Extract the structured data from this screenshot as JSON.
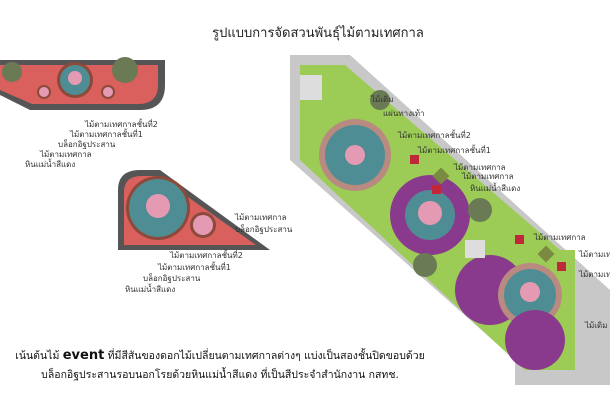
{
  "title": "รูปแบบการจัดสวนพันธุ์ไม้ตามเทศกาล",
  "description": {
    "line1_pre": "เน้นต้นไม้ ",
    "line1_bold": "event",
    "line1_post": " ที่มีสีสันของดอกไม้เปลี่ยนตามเทศกาลต่างๆ แบ่งเป็นสองชั้นปิดขอบด้วย",
    "line2": "บล็อกอิฐประสานรอบนอกโรยด้วยหินแม่น้ำสีแดง ที่เป็นสีประจำสำนักงาน กสทช."
  },
  "plan_left": {
    "labels": [
      "ไม้ตามเทศกาลชั้นที่2",
      "ไม้ตามเทศกาลชั้นที่1",
      "บล็อกอิฐประสาน",
      "ไม้ตามเทศกาล",
      "หินแม่น้ำสีแดง"
    ]
  },
  "plan_middle": {
    "labels": [
      "ไม้ตามเทศกาล",
      "บล็อกอิฐประสาน",
      "ไม้ตามเทศกาลชั้นที่2",
      "ไม้ตามเทศกาลชั้นที่1",
      "บล็อกอิฐประสาน",
      "หินแม่น้ำสีแดง"
    ]
  },
  "plan_right": {
    "labels": [
      "ไม้เดิม",
      "แผ่นทางเท้า",
      "ไม้ตามเทศกาลชั้นที่2",
      "ไม้ตามเทศกาลชั้นที่1",
      "ไม้ตามเทศกาล",
      "ไม้ตามเทศกาล",
      "หินแม่น้ำสีแดง",
      "ไม้ตามเทศกาล",
      "ไม้ตามเทศ",
      "ไม้ตามเทศ",
      "ไม้เดิม"
    ]
  },
  "colors": {
    "red_gravel": "#d9605c",
    "pool": "#4f8d94",
    "flower": "#e59ab4",
    "lawn": "#9ccc55",
    "paving": "#c8c8c8",
    "purple": "#8a3a8c"
  }
}
